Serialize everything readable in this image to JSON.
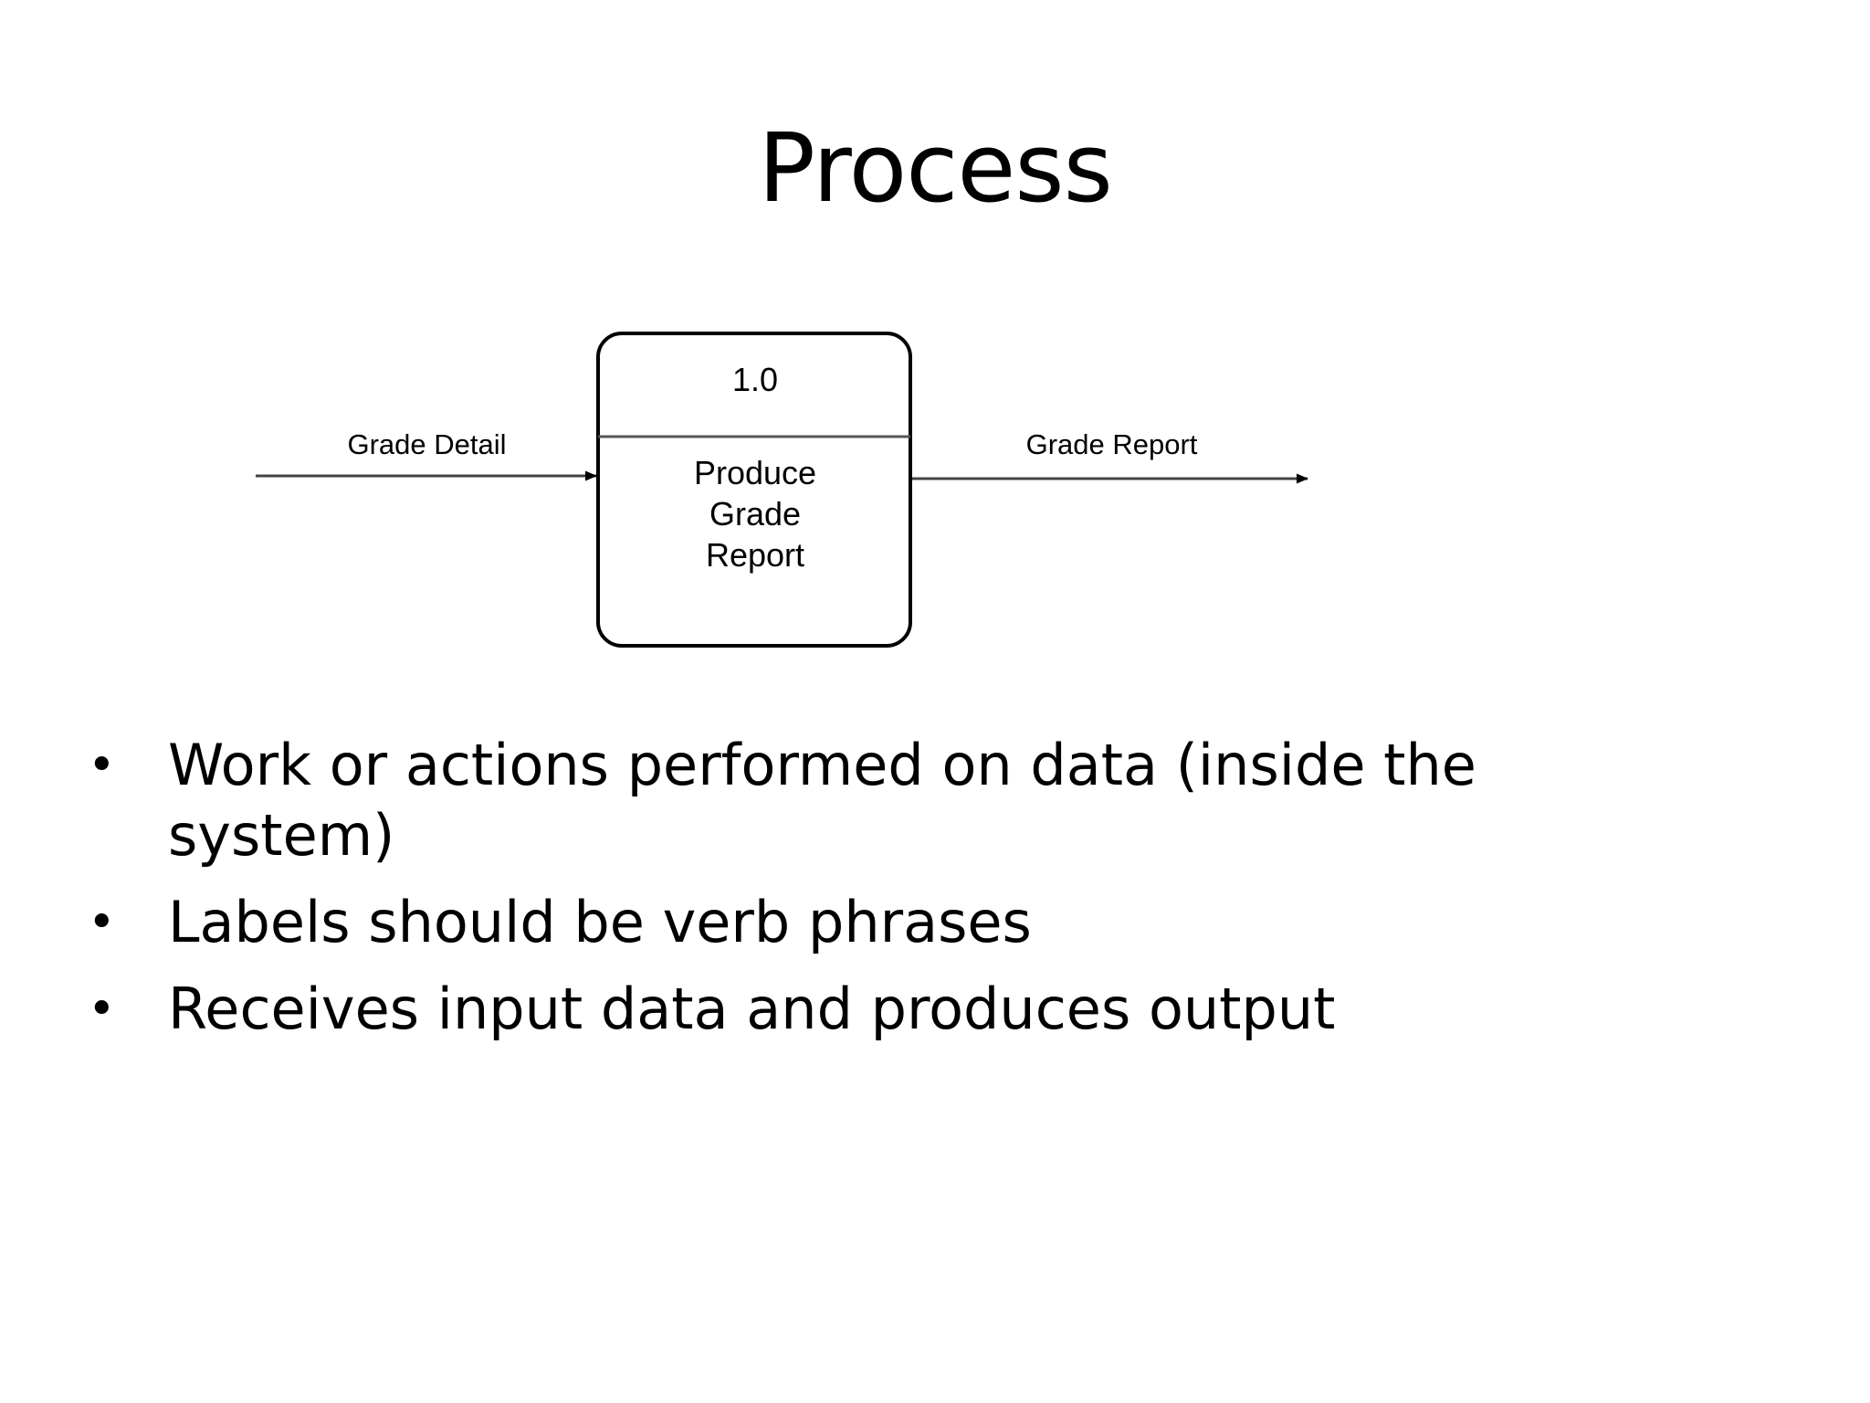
{
  "slide": {
    "title": "Process"
  },
  "diagram": {
    "type": "data-flow-diagram",
    "process": {
      "id": "1.0",
      "name_lines": [
        "Produce",
        "Grade",
        "Report"
      ],
      "name": "Produce Grade Report"
    },
    "flows": [
      {
        "label": "Grade Detail",
        "direction": "input",
        "arrow_icon": "arrow-right-icon"
      },
      {
        "label": "Grade Report",
        "direction": "output",
        "arrow_icon": "arrow-right-icon"
      }
    ],
    "colors": {
      "stroke": "#000000",
      "divider": "#555555",
      "background": "#ffffff"
    }
  },
  "bullets": {
    "marker": "•",
    "items": [
      "Work or actions performed on data (inside the system)",
      "Labels should be verb phrases",
      "Receives input data and produces output"
    ]
  }
}
